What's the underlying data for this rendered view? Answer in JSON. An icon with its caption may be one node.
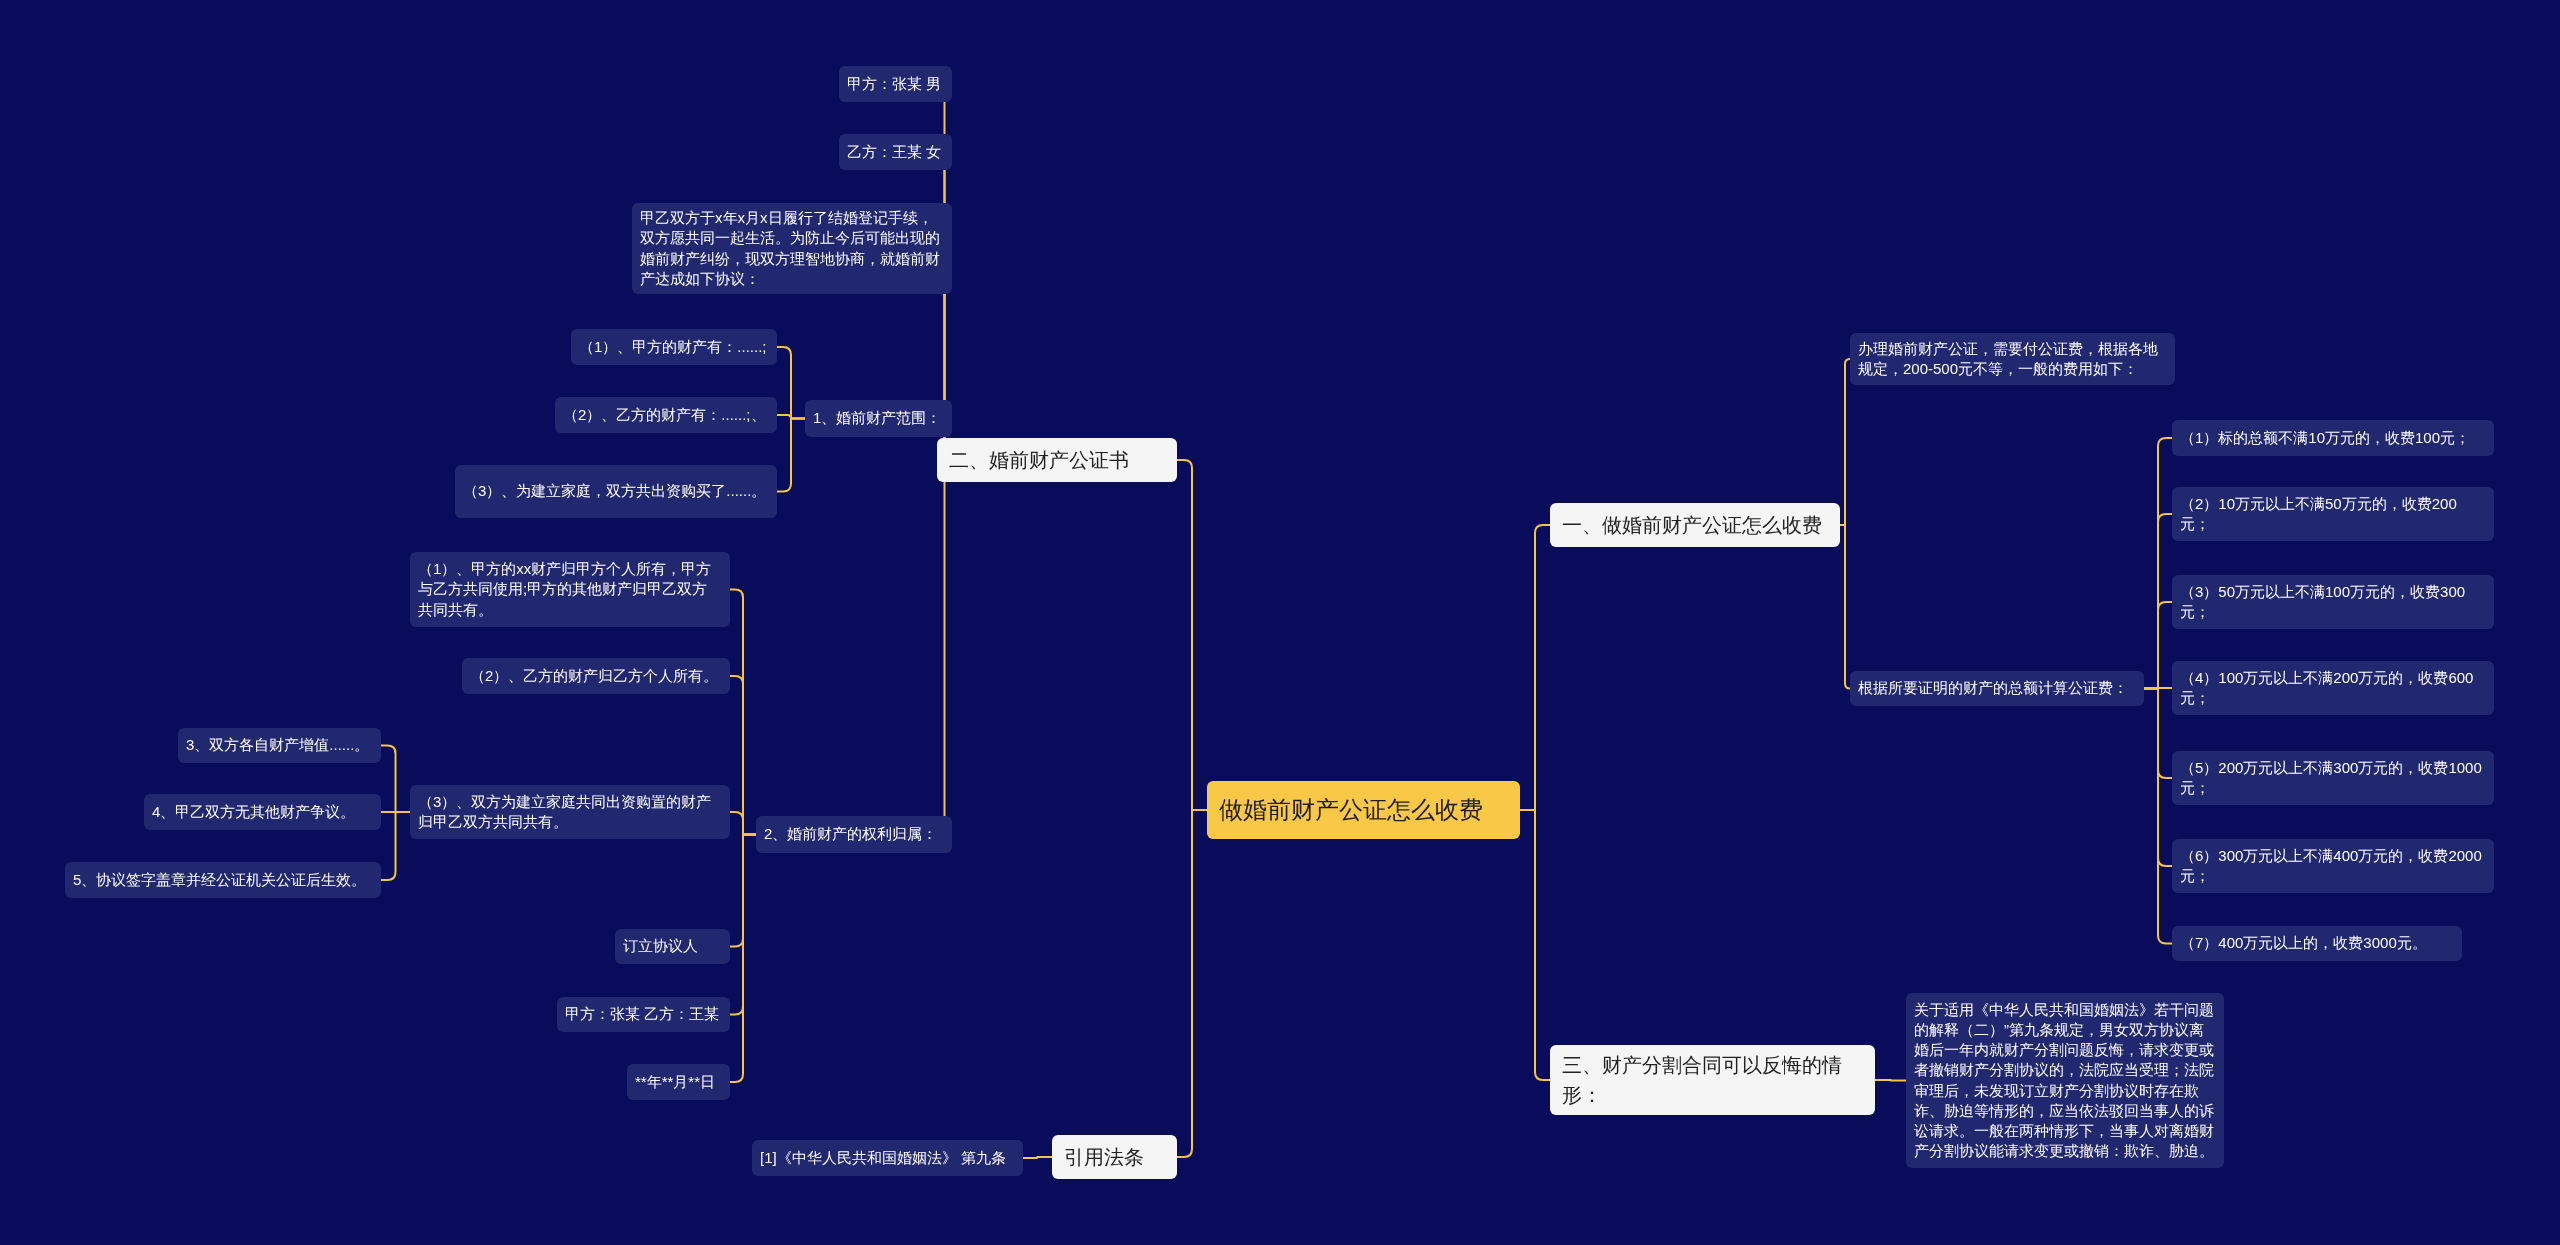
{
  "diagram": {
    "nodes": [
      {
        "text": [
          "做婚前财产公证怎么收费"
        ]
      },
      {
        "text": [
          "二、婚前财产公证书"
        ]
      },
      {
        "text": [
          "甲方：张某 男"
        ]
      },
      {
        "text": [
          "乙方：王某 女"
        ]
      },
      {
        "text": [
          "甲乙双方于x年x月x日履行了结婚登记手续，双方愿共同一起生活。为防止今后可能出现的婚前财产纠纷，现双方理智地协商，就婚前财产达成如下协议："
        ]
      },
      {
        "text": [
          "1、婚前财产范围："
        ]
      },
      {
        "text": [
          "（1）、甲方的财产有：......;"
        ]
      },
      {
        "text": [
          "（2）、乙方的财产有：......;、"
        ]
      },
      {
        "text": [
          "（3）、为建立家庭，双方共出资购买了......。"
        ]
      },
      {
        "text": [
          "2、婚前财产的权利归属："
        ]
      },
      {
        "text": [
          "（1）、甲方的xx财产归甲方个人所有，甲方与乙方共同使用;甲方的其他财产归甲乙双方共同共有。"
        ]
      },
      {
        "text": [
          "（2）、乙方的财产归乙方个人所有。"
        ]
      },
      {
        "text": [
          "（3）、双方为建立家庭共同出资购置的财产归甲乙双方共同共有。"
        ]
      },
      {
        "text": [
          "3、双方各自财产增值......。"
        ]
      },
      {
        "text": [
          "4、甲乙双方无其他财产争议。"
        ]
      },
      {
        "text": [
          "5、协议签字盖章并经公证机关公证后生效。"
        ]
      },
      {
        "text": [
          "订立协议人"
        ]
      },
      {
        "text": [
          "甲方：张某 乙方：王某"
        ]
      },
      {
        "text": [
          "**年**月**日"
        ]
      },
      {
        "text": [
          "引用法条"
        ]
      },
      {
        "text": [
          "[1]《中华人民共和国婚姻法》 第九条"
        ]
      },
      {
        "text": [
          "一、做婚前财产公证怎么收费"
        ]
      },
      {
        "text": [
          "办理婚前财产公证，需要付公证费，根据各地规定，200-500元不等，一般的费用如下："
        ]
      },
      {
        "text": [
          "根据所要证明的财产的总额计算公证费："
        ]
      },
      {
        "text": [
          "（1）标的总额不满10万元的，收费100元；"
        ]
      },
      {
        "text": [
          "（2）10万元以上不满50万元的，收费200元；"
        ]
      },
      {
        "text": [
          "（3）50万元以上不满100万元的，收费300元；"
        ]
      },
      {
        "text": [
          "（4）100万元以上不满200万元的，收费600元；"
        ]
      },
      {
        "text": [
          "（5）200万元以上不满300万元的，收费1000元；"
        ]
      },
      {
        "text": [
          "（6）300万元以上不满400万元的，收费2000元；"
        ]
      },
      {
        "text": [
          "（7）400万元以上的，收费3000元。"
        ]
      },
      {
        "text": [
          "三、财产分割合同可以反悔的情形："
        ]
      },
      {
        "text": [
          "关于适用《中华人民共和国婚姻法》若干问题的解释（二）”第九条规定，男女双方协议离婚后一年内就财产分割问题反悔，请求变更或者撤销财产分割协议的，法院应当受理；法院审理后，未发现订立财产分割协议时存在欺诈、胁迫等情形的，应当依法驳回当事人的诉讼请求。一般在两种情形下，当事人对离婚财产分割协议能请求变更或撤销：欺诈、胁迫。"
        ]
      }
    ],
    "edges": [
      {
        "from": 0,
        "to": 1,
        "arrow": "none"
      },
      {
        "from": 1,
        "to": 2,
        "arrow": "none"
      },
      {
        "from": 1,
        "to": 3,
        "arrow": "none"
      },
      {
        "from": 1,
        "to": 4,
        "arrow": "none"
      },
      {
        "from": 1,
        "to": 5,
        "arrow": "none"
      },
      {
        "from": 5,
        "to": 6,
        "arrow": "none"
      },
      {
        "from": 5,
        "to": 7,
        "arrow": "none"
      },
      {
        "from": 5,
        "to": 8,
        "arrow": "none"
      },
      {
        "from": 1,
        "to": 9,
        "arrow": "none"
      },
      {
        "from": 9,
        "to": 10,
        "arrow": "none"
      },
      {
        "from": 9,
        "to": 11,
        "arrow": "none"
      },
      {
        "from": 9,
        "to": 12,
        "arrow": "none"
      },
      {
        "from": 12,
        "to": 13,
        "arrow": "none"
      },
      {
        "from": 12,
        "to": 14,
        "arrow": "none"
      },
      {
        "from": 12,
        "to": 15,
        "arrow": "none"
      },
      {
        "from": 9,
        "to": 16,
        "arrow": "none"
      },
      {
        "from": 9,
        "to": 17,
        "arrow": "none"
      },
      {
        "from": 9,
        "to": 18,
        "arrow": "none"
      },
      {
        "from": 0,
        "to": 19,
        "arrow": "none"
      },
      {
        "from": 19,
        "to": 20,
        "arrow": "none"
      },
      {
        "from": 0,
        "to": 21,
        "arrow": "none"
      },
      {
        "from": 21,
        "to": 22,
        "arrow": "none"
      },
      {
        "from": 21,
        "to": 23,
        "arrow": "none"
      },
      {
        "from": 23,
        "to": 24,
        "arrow": "none"
      },
      {
        "from": 23,
        "to": 25,
        "arrow": "none"
      },
      {
        "from": 23,
        "to": 26,
        "arrow": "none"
      },
      {
        "from": 23,
        "to": 27,
        "arrow": "none"
      },
      {
        "from": 23,
        "to": 28,
        "arrow": "none"
      },
      {
        "from": 23,
        "to": 29,
        "arrow": "none"
      },
      {
        "from": 23,
        "to": 30,
        "arrow": "none"
      },
      {
        "from": 0,
        "to": 31,
        "arrow": "none"
      },
      {
        "from": 31,
        "to": 32,
        "arrow": "none"
      }
    ]
  }
}
